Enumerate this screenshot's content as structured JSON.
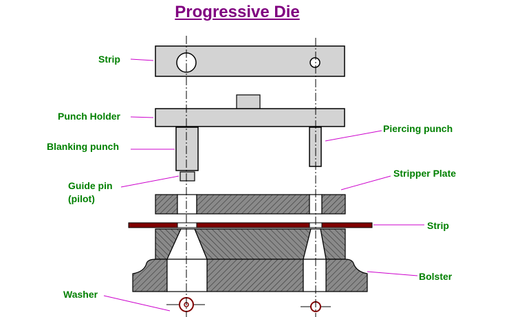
{
  "title": "Progressive Die",
  "labels": {
    "strip_top": "Strip",
    "punch_holder": "Punch Holder",
    "blanking_punch": "Blanking punch",
    "guide_pin_1": "Guide pin",
    "guide_pin_2": "(pilot)",
    "piercing_punch": "Piercing punch",
    "stripper_plate": "Stripper Plate",
    "strip_lower": "Strip",
    "bolster": "Bolster",
    "washer": "Washer"
  },
  "colors": {
    "title": "#800080",
    "label": "#008000",
    "leader": "#cc00cc",
    "strip": "#800000",
    "part_fill": "#d3d3d3",
    "hatch_fill": "#8a8a8a"
  }
}
